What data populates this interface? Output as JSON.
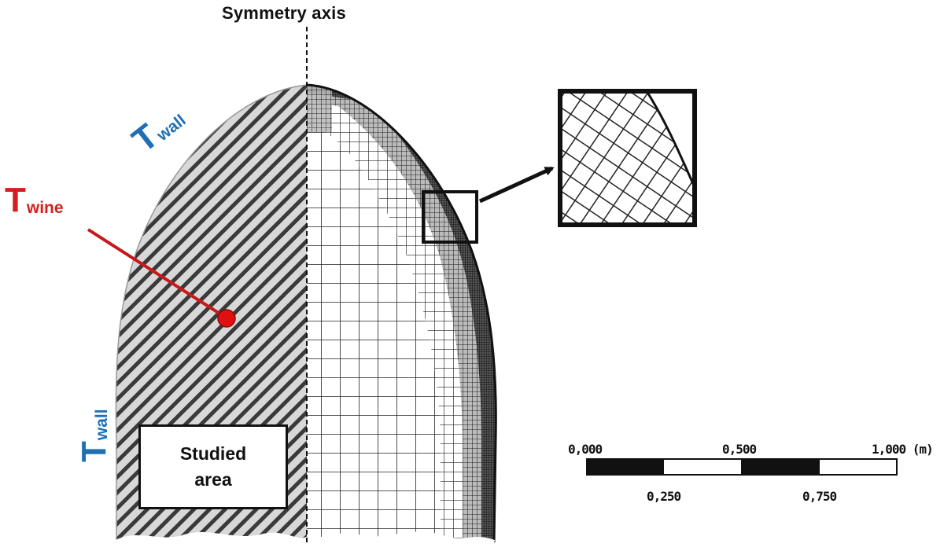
{
  "axis_title": "Symmetry axis",
  "labels": {
    "t_wall_top": {
      "main": "T",
      "sub": "wall"
    },
    "t_wall_left": {
      "main": "T",
      "sub": "wall"
    },
    "t_wine": {
      "main": "T",
      "sub": "wine"
    }
  },
  "studied_area": {
    "line1": "Studied",
    "line2": "area"
  },
  "scale_bar": {
    "top_labels": [
      "0,000",
      "0,500",
      "1,000 (m)"
    ],
    "bottom_labels": [
      "0,250",
      "0,750"
    ]
  },
  "colors": {
    "wall_label": "#1f6fb3",
    "wine_label": "#d61e1e",
    "probe": "#e11010"
  }
}
